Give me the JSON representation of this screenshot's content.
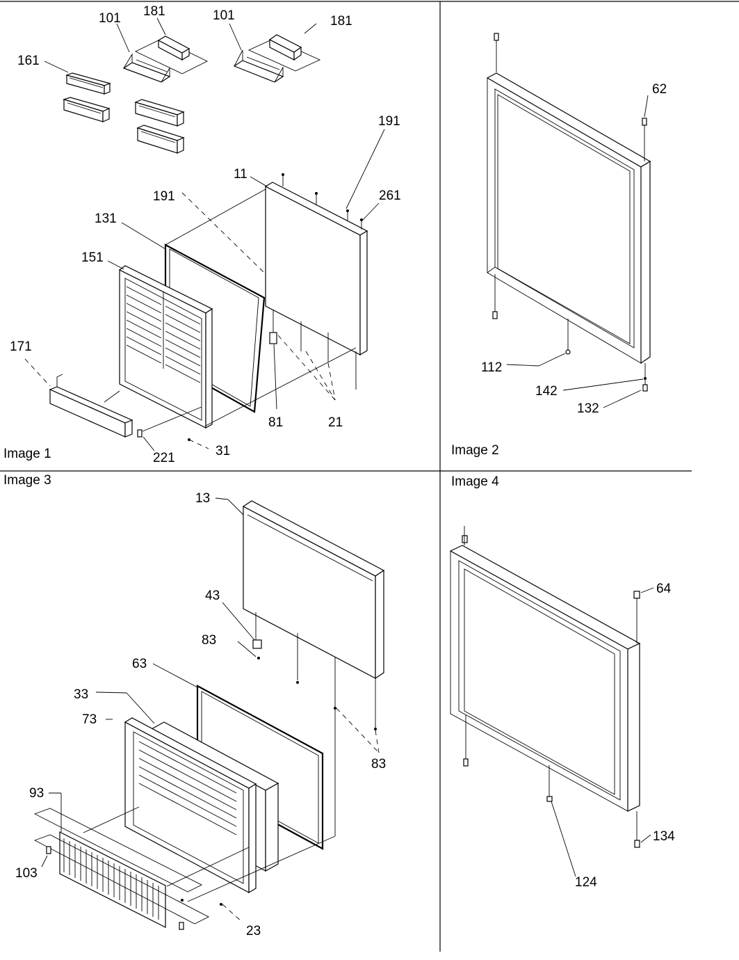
{
  "panels": [
    {
      "title": "Image 1"
    },
    {
      "title": "Image 2"
    },
    {
      "title": "Image 3"
    },
    {
      "title": "Image 4"
    }
  ],
  "callouts": {
    "p1": [
      "181",
      "101",
      "101",
      "181",
      "161",
      "191",
      "11",
      "191",
      "261",
      "131",
      "151",
      "171",
      "81",
      "21",
      "221",
      "31"
    ],
    "p2": [
      "62",
      "112",
      "142",
      "132"
    ],
    "p3": [
      "13",
      "43",
      "83",
      "63",
      "33",
      "73",
      "83",
      "93",
      "103",
      "23"
    ],
    "p4": [
      "64",
      "134",
      "124"
    ]
  },
  "icons": {
    "screw": "screw-icon",
    "hinge": "hinge-icon"
  }
}
